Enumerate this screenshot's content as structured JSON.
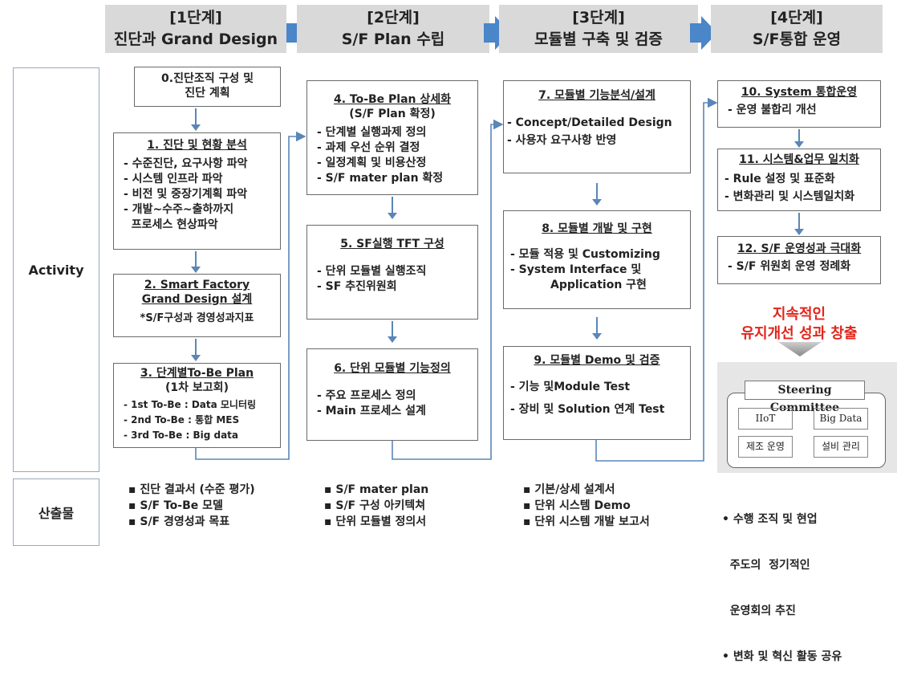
{
  "phases": [
    {
      "line1": "[1단계]",
      "line2": "진단과 Grand Design"
    },
    {
      "line1": "[2단계]",
      "line2": "S/F Plan 수립"
    },
    {
      "line1": "[3단계]",
      "line2": "모듈별 구축 및 검증"
    },
    {
      "line1": "[4단계]",
      "line2": "S/F통합 운영"
    }
  ],
  "row_labels": {
    "activity": "Activity",
    "output": "산출물"
  },
  "boxes": {
    "b0": {
      "title": "0.진단조직 구성  및",
      "title2": "진단 계획"
    },
    "b1": {
      "title": "1. 진단 및 현황 분석",
      "items": [
        "- 수준진단, 요구사항 파악",
        "- 시스템 인프라 파악",
        "- 비전 및 중장기계획 파악",
        "- 개발~수주~출하까지",
        "  프로세스 현상파악"
      ]
    },
    "b2": {
      "title": "2. Smart Factory",
      "title2": "Grand Design 설계",
      "items": [
        "*S/F구성과 경영성과지표"
      ]
    },
    "b3": {
      "title": "3. 단계별To-Be Plan",
      "title2": "(1차 보고회)",
      "items": [
        "- 1st To-Be : Data 모니터링",
        "- 2nd To-Be : 통합 MES",
        "- 3rd To-Be :  Big data"
      ]
    },
    "b4": {
      "title": "4. To-Be Plan 상세화",
      "title2": "(S/F Plan 확정)",
      "items": [
        "- 단계별 실행과제 정의",
        "- 과제 우선 순위 결정",
        "- 일정계획 및 비용산정",
        "- S/F mater plan 확정"
      ]
    },
    "b5": {
      "title": "5. SF실행 TFT 구성",
      "items": [
        "- 단위 모듈별 실행조직",
        "- SF 추진위원회"
      ]
    },
    "b6": {
      "title": "6. 단위 모듈별 기능정의",
      "items": [
        "- 주요 프로세스 정의",
        "- Main 프로세스 설계"
      ]
    },
    "b7": {
      "title": "7. 모듈별 기능분석/설계",
      "items": [
        "- Concept/Detailed Design",
        "- 사용자 요구사항 반영"
      ]
    },
    "b8": {
      "title": "8. 모듈별 개발 및 구현",
      "items": [
        "- 모듈 적용 및 Customizing",
        "- System Interface 및",
        "Application 구현"
      ]
    },
    "b9": {
      "title": "9. 모듈별 Demo 및 검증",
      "items": [
        "- 기능 및Module Test",
        "- 장비 및 Solution 연계 Test"
      ]
    },
    "b10": {
      "title": "10. System 통합운영",
      "items": [
        "- 운영 불합리 개선"
      ]
    },
    "b11": {
      "title": "11. 시스템&업무 일치화",
      "items": [
        "- Rule 설정 및 표준화",
        "- 변화관리 및 시스템일치화"
      ]
    },
    "b12": {
      "title": "12. S/F 운영성과 극대화",
      "items": [
        "- S/F 위원회 운영 정례화"
      ]
    }
  },
  "highlight": {
    "line1": "지속적인",
    "line2": "유지개선 성과 창출",
    "color": "#e0251b"
  },
  "steering": {
    "title": "Steering Committee",
    "cells": [
      "IIoT",
      "Big Data",
      "제조 운영",
      "설비 관리"
    ]
  },
  "outputs": [
    [
      "▪ 진단 결과서 (수준 평가)",
      "▪ S/F To-Be 모델",
      "▪ S/F 경영성과 목표"
    ],
    [
      "▪ S/F mater plan",
      "▪ S/F 구성 아키텍쳐",
      "▪ 단위 모듈별 정의서"
    ],
    [
      "▪ 기본/상세 설계서",
      "▪ 단위 시스템 Demo",
      "▪ 단위 시스템 개발 보고서"
    ],
    [
      "• 수행 조직 및 현업",
      "  주도의  정기적인",
      "  운영회의 추진",
      "• 변화 및 혁신 활동 공유"
    ]
  ],
  "colors": {
    "arrow": "#5a86b8",
    "phase_bg": "#d9d9d9",
    "chevron": "#4a86c8"
  }
}
